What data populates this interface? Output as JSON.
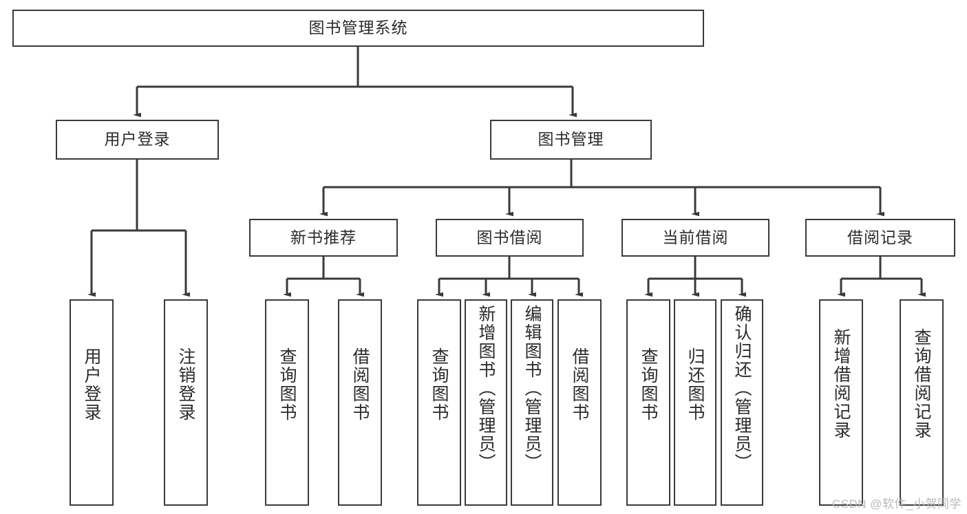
{
  "diagram": {
    "type": "tree-hierarchy",
    "title": "图书管理系统",
    "watermark": "CSDN @软件_小贺同学",
    "colors": {
      "stroke": "#3a3a3a",
      "box_fill": "#ffffff",
      "text": "#2b2b2b",
      "watermark": "#b9b9b9",
      "background": "#ffffff"
    },
    "nodes": {
      "root": {
        "label": "图书管理系统",
        "level": 1,
        "orientation": "horizontal"
      },
      "l2": [
        {
          "id": "user-login",
          "label": "用户登录",
          "level": 2,
          "orientation": "horizontal"
        },
        {
          "id": "book-manage",
          "label": "图书管理",
          "level": 2,
          "orientation": "horizontal"
        }
      ],
      "l3": [
        {
          "id": "new-book-recommend",
          "label": "新书推荐",
          "level": 3,
          "orientation": "horizontal",
          "parent": "book-manage"
        },
        {
          "id": "book-borrow",
          "label": "图书借阅",
          "level": 3,
          "orientation": "horizontal",
          "parent": "book-manage"
        },
        {
          "id": "current-borrow",
          "label": "当前借阅",
          "level": 3,
          "orientation": "horizontal",
          "parent": "book-manage"
        },
        {
          "id": "borrow-record",
          "label": "借阅记录",
          "level": 3,
          "orientation": "horizontal",
          "parent": "book-manage"
        }
      ],
      "leaves": [
        {
          "id": "leaf-user-login",
          "label": "用户登录",
          "parent": "user-login",
          "orientation": "vertical"
        },
        {
          "id": "leaf-logout-login",
          "label": "注销登录",
          "parent": "user-login",
          "orientation": "vertical"
        },
        {
          "id": "leaf-query-book-1",
          "label": "查询图书",
          "parent": "new-book-recommend",
          "orientation": "vertical"
        },
        {
          "id": "leaf-borrow-book-1",
          "label": "借阅图书",
          "parent": "new-book-recommend",
          "orientation": "vertical"
        },
        {
          "id": "leaf-query-book-2",
          "label": "查询图书",
          "parent": "book-borrow",
          "orientation": "vertical"
        },
        {
          "id": "leaf-add-book-admin",
          "label": "新增图书（管理员）",
          "parent": "book-borrow",
          "orientation": "vertical"
        },
        {
          "id": "leaf-edit-book-admin",
          "label": "编辑图书（管理员）",
          "parent": "book-borrow",
          "orientation": "vertical"
        },
        {
          "id": "leaf-borrow-book-2",
          "label": "借阅图书",
          "parent": "book-borrow",
          "orientation": "vertical"
        },
        {
          "id": "leaf-query-book-3",
          "label": "查询图书",
          "parent": "current-borrow",
          "orientation": "vertical"
        },
        {
          "id": "leaf-return-book",
          "label": "归还图书",
          "parent": "current-borrow",
          "orientation": "vertical"
        },
        {
          "id": "leaf-confirm-return-admin",
          "label": "确认归还（管理员）",
          "parent": "current-borrow",
          "orientation": "vertical"
        },
        {
          "id": "leaf-add-borrow-record",
          "label": "新增借阅记录",
          "parent": "borrow-record",
          "orientation": "vertical"
        },
        {
          "id": "leaf-query-borrow-record",
          "label": "查询借阅记录",
          "parent": "borrow-record",
          "orientation": "vertical"
        }
      ]
    }
  }
}
